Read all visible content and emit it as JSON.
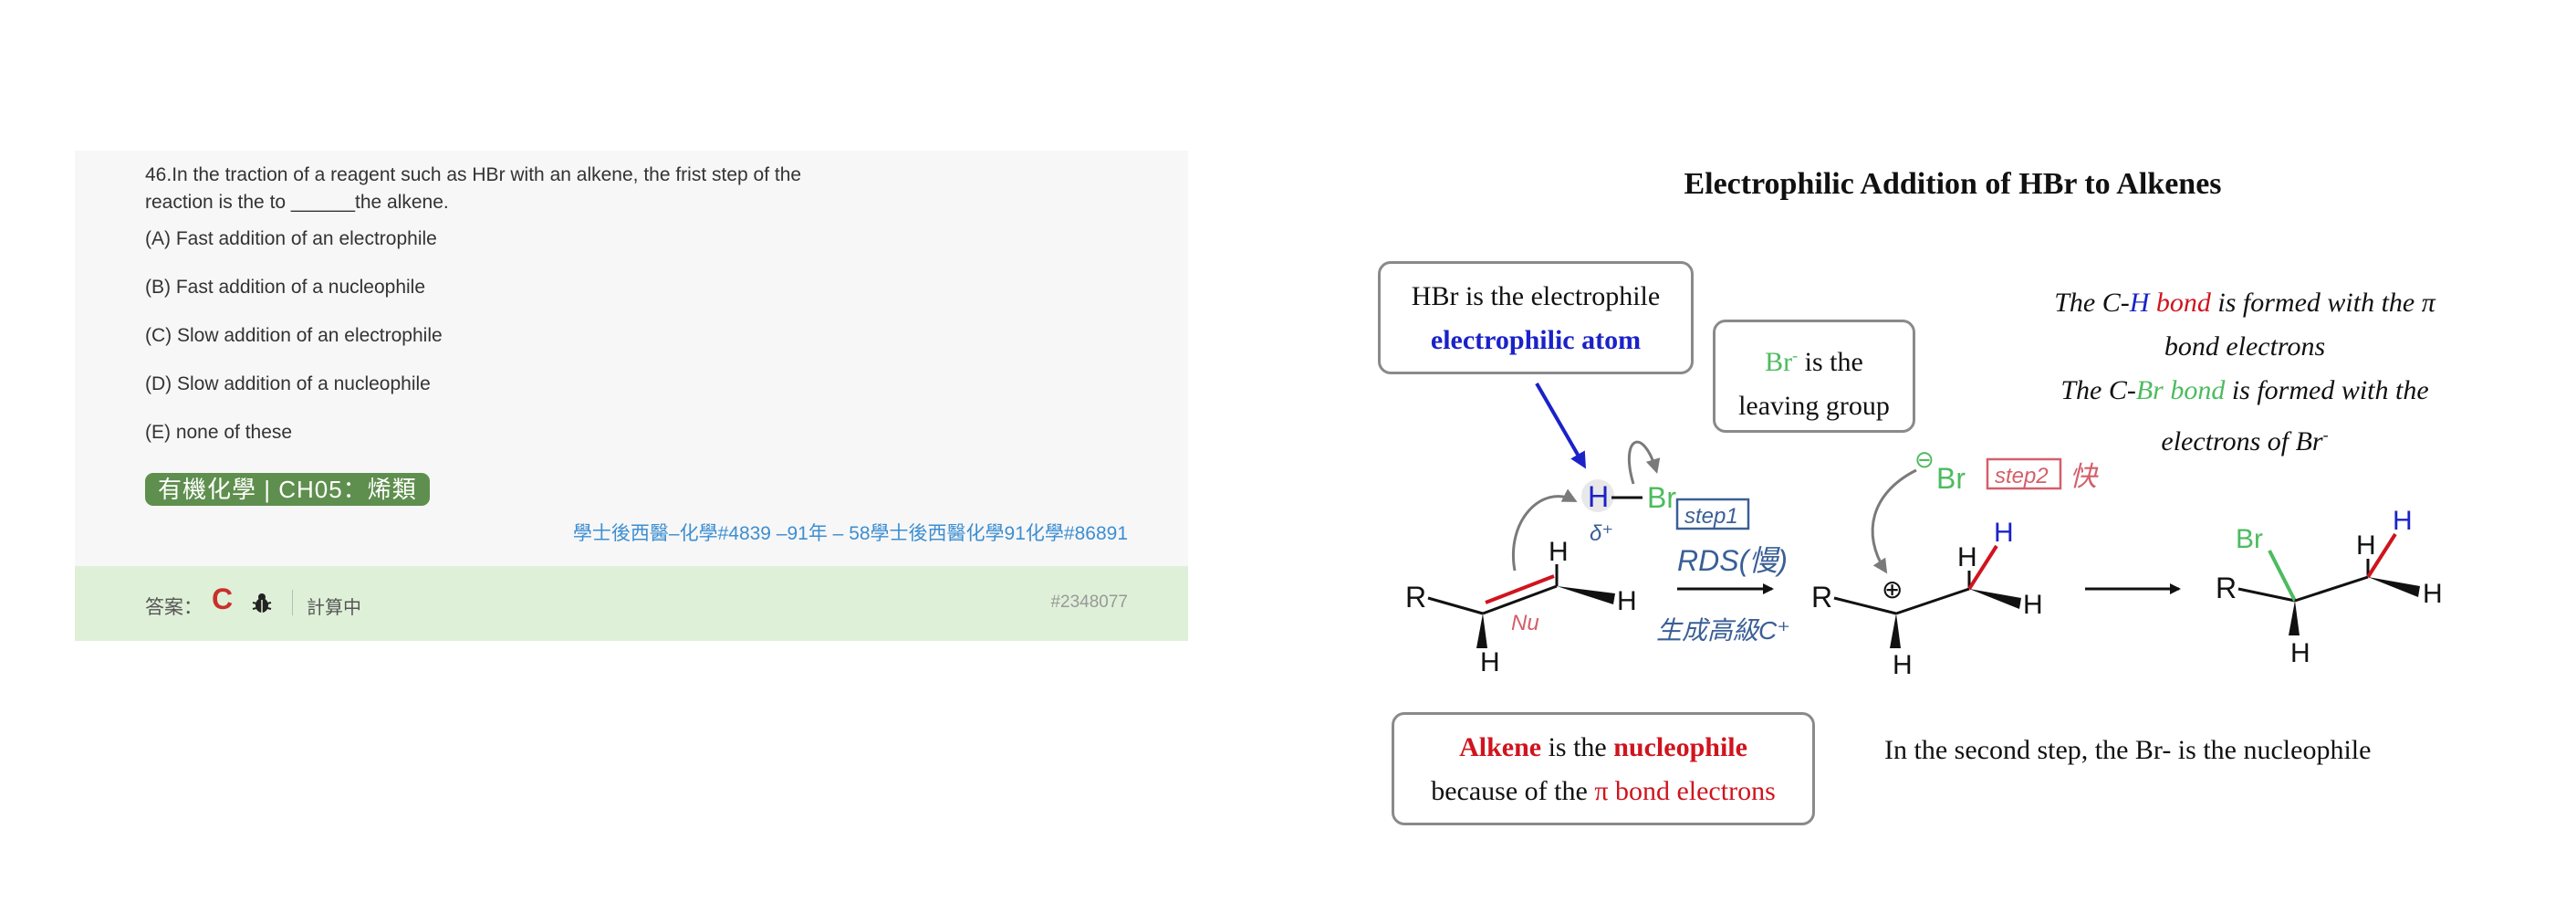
{
  "question": {
    "stem_line1": "46.In the traction of a reagent such as HBr with an alkene, the frist step of the",
    "stem_line2": "reaction is the to ______the alkene.",
    "options": [
      "(A) Fast addition of an electrophile",
      "(B) Fast addition of a nucleophile",
      "(C) Slow addition of an electrophile",
      "(D) Slow addition of a nucleophile",
      "(E) none of these"
    ],
    "tag": "有機化學 | CH05：烯類",
    "source": "學士後西醫–化學#4839 –91年 – 58學士後西醫化學91化學#86891"
  },
  "answer": {
    "label": "答案：",
    "value": "C",
    "status": "計算中",
    "id": "#2348077"
  },
  "diagram": {
    "title": "Electrophilic Addition of HBr to Alkenes",
    "box_electrophile": {
      "line1": "HBr is the electrophile",
      "line2": "electrophilic atom"
    },
    "box_leaving": {
      "br": "Br",
      "sup": "-",
      "rest": " is the",
      "line2": "leaving group"
    },
    "note_ch": {
      "p1": "The C-",
      "h": "H",
      "bond": " bond",
      "p2": " is formed with the π",
      "line2": "bond electrons"
    },
    "note_cbr": {
      "p1": "The C-",
      "br": "Br bond",
      "p2": " is formed with the",
      "line2a": "electrons of Br",
      "sup": "-"
    },
    "box_alkene": {
      "alkene": "Alkene",
      "is_the": " is the ",
      "nucleophile": "nucleophile",
      "line2a": "because of the ",
      "line2b": "π bond electrons"
    },
    "second_step": "In the second step, the Br- is the nucleophile",
    "atoms": {
      "R": "R",
      "H": "H",
      "Br": "Br",
      "minus": "⊖",
      "plus": "⊕"
    },
    "handwriting": {
      "step1": "step1",
      "delta": "δ⁺",
      "rds": "RDS(慢)",
      "forms": "生成高級C⁺",
      "nu": "Nu",
      "step2": "step2",
      "fast": "快"
    },
    "colors": {
      "blue": "#1a22c8",
      "red": "#d0141e",
      "green": "#4dbb5f",
      "handwriting_blue": "#3a5f96",
      "handwriting_red": "#d35f6a"
    }
  }
}
